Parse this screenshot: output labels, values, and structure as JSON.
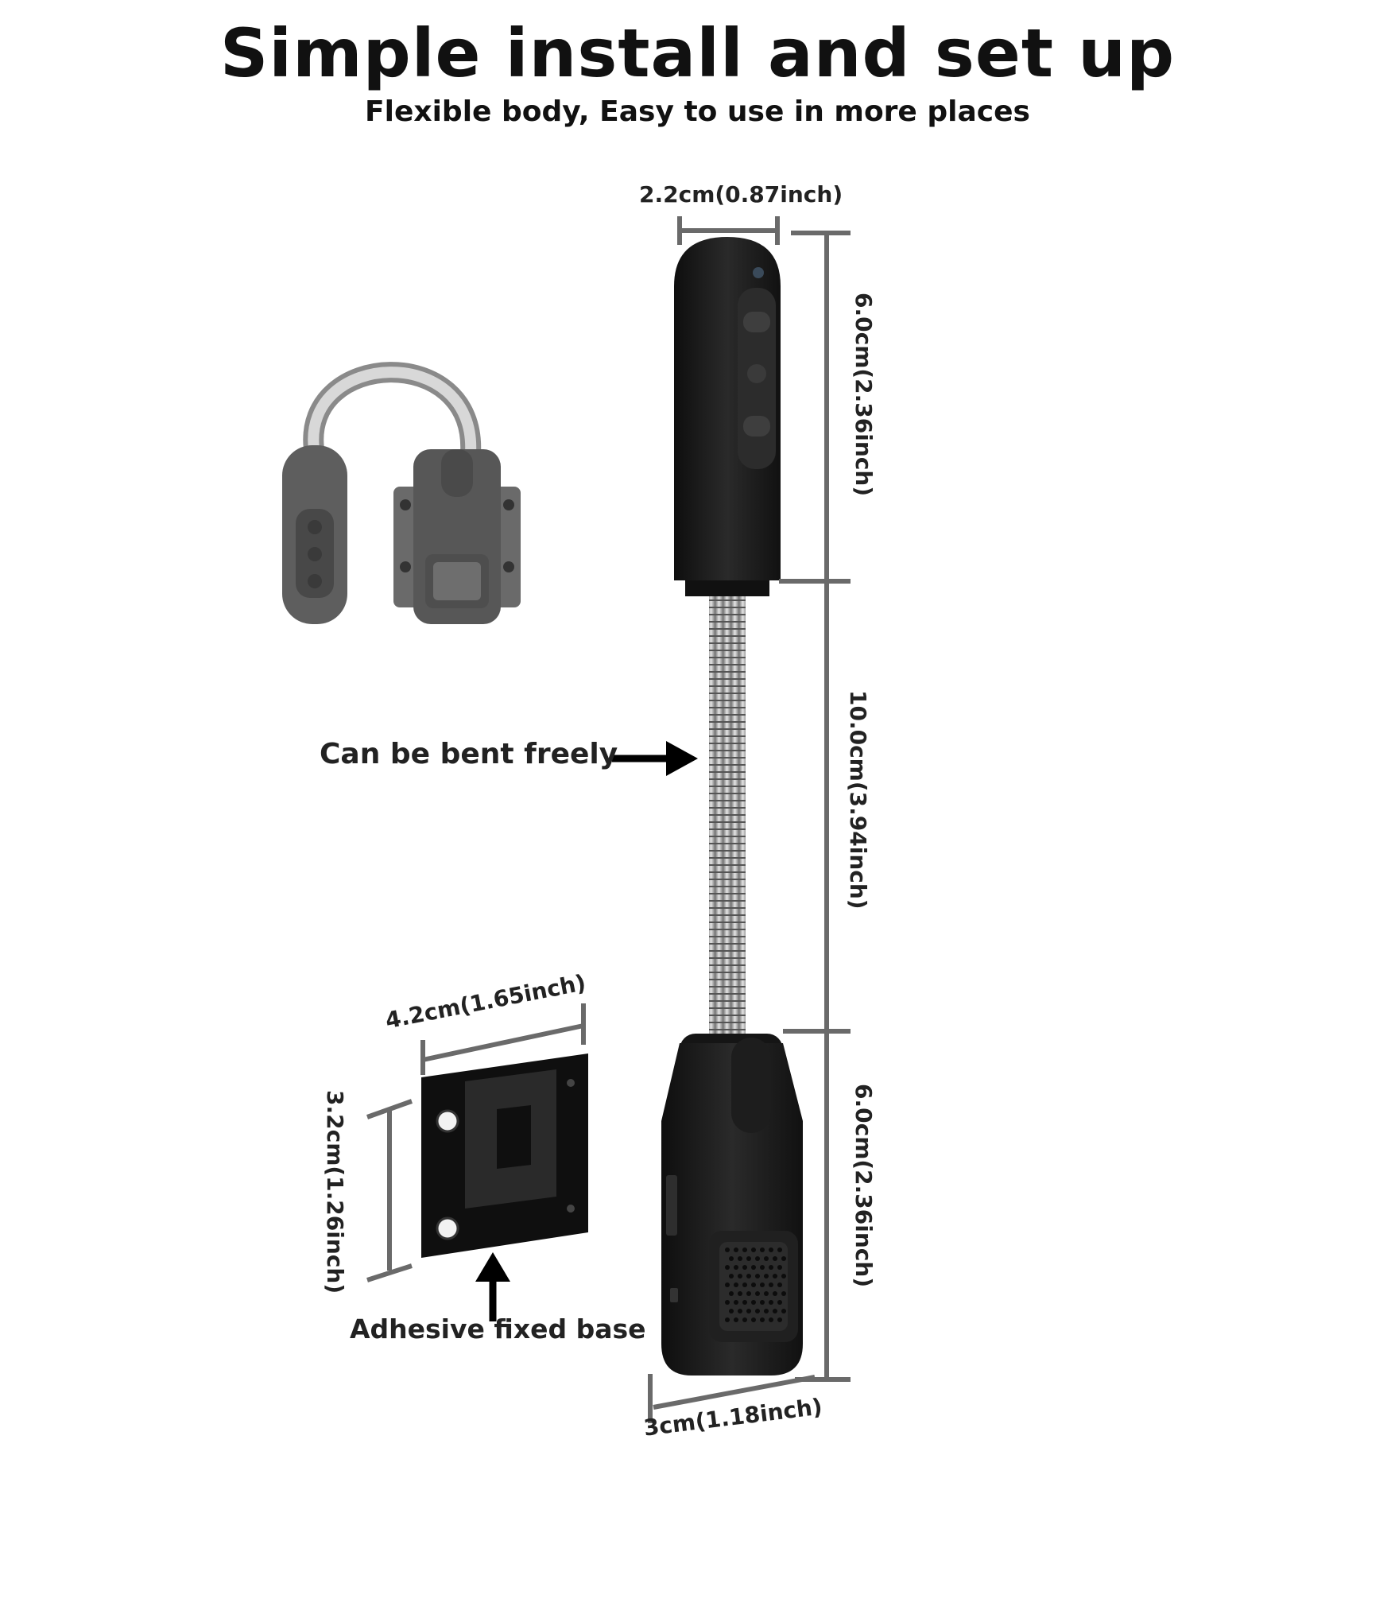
{
  "header": {
    "title": "Simple install and set up",
    "subtitle": "Flexible body, Easy to use in more places"
  },
  "dimensions": {
    "head_width": "2.2cm(0.87inch)",
    "head_height": "6.0cm(2.36inch)",
    "neck_length": "10.0cm(3.94inch)",
    "body_height": "6.0cm(2.36inch)",
    "body_width": "3cm(1.18inch)",
    "base_width": "4.2cm(1.65inch)",
    "base_height": "3.2cm(1.26inch)"
  },
  "callouts": {
    "bendable": "Can be bent freely",
    "base": "Adhesive fixed base"
  },
  "colors": {
    "device_body": "#1c1c1c",
    "dimension_line": "#6a6a6a",
    "thumbnail": "#5e5e5e",
    "neck_metal": "#b8b8b8"
  }
}
